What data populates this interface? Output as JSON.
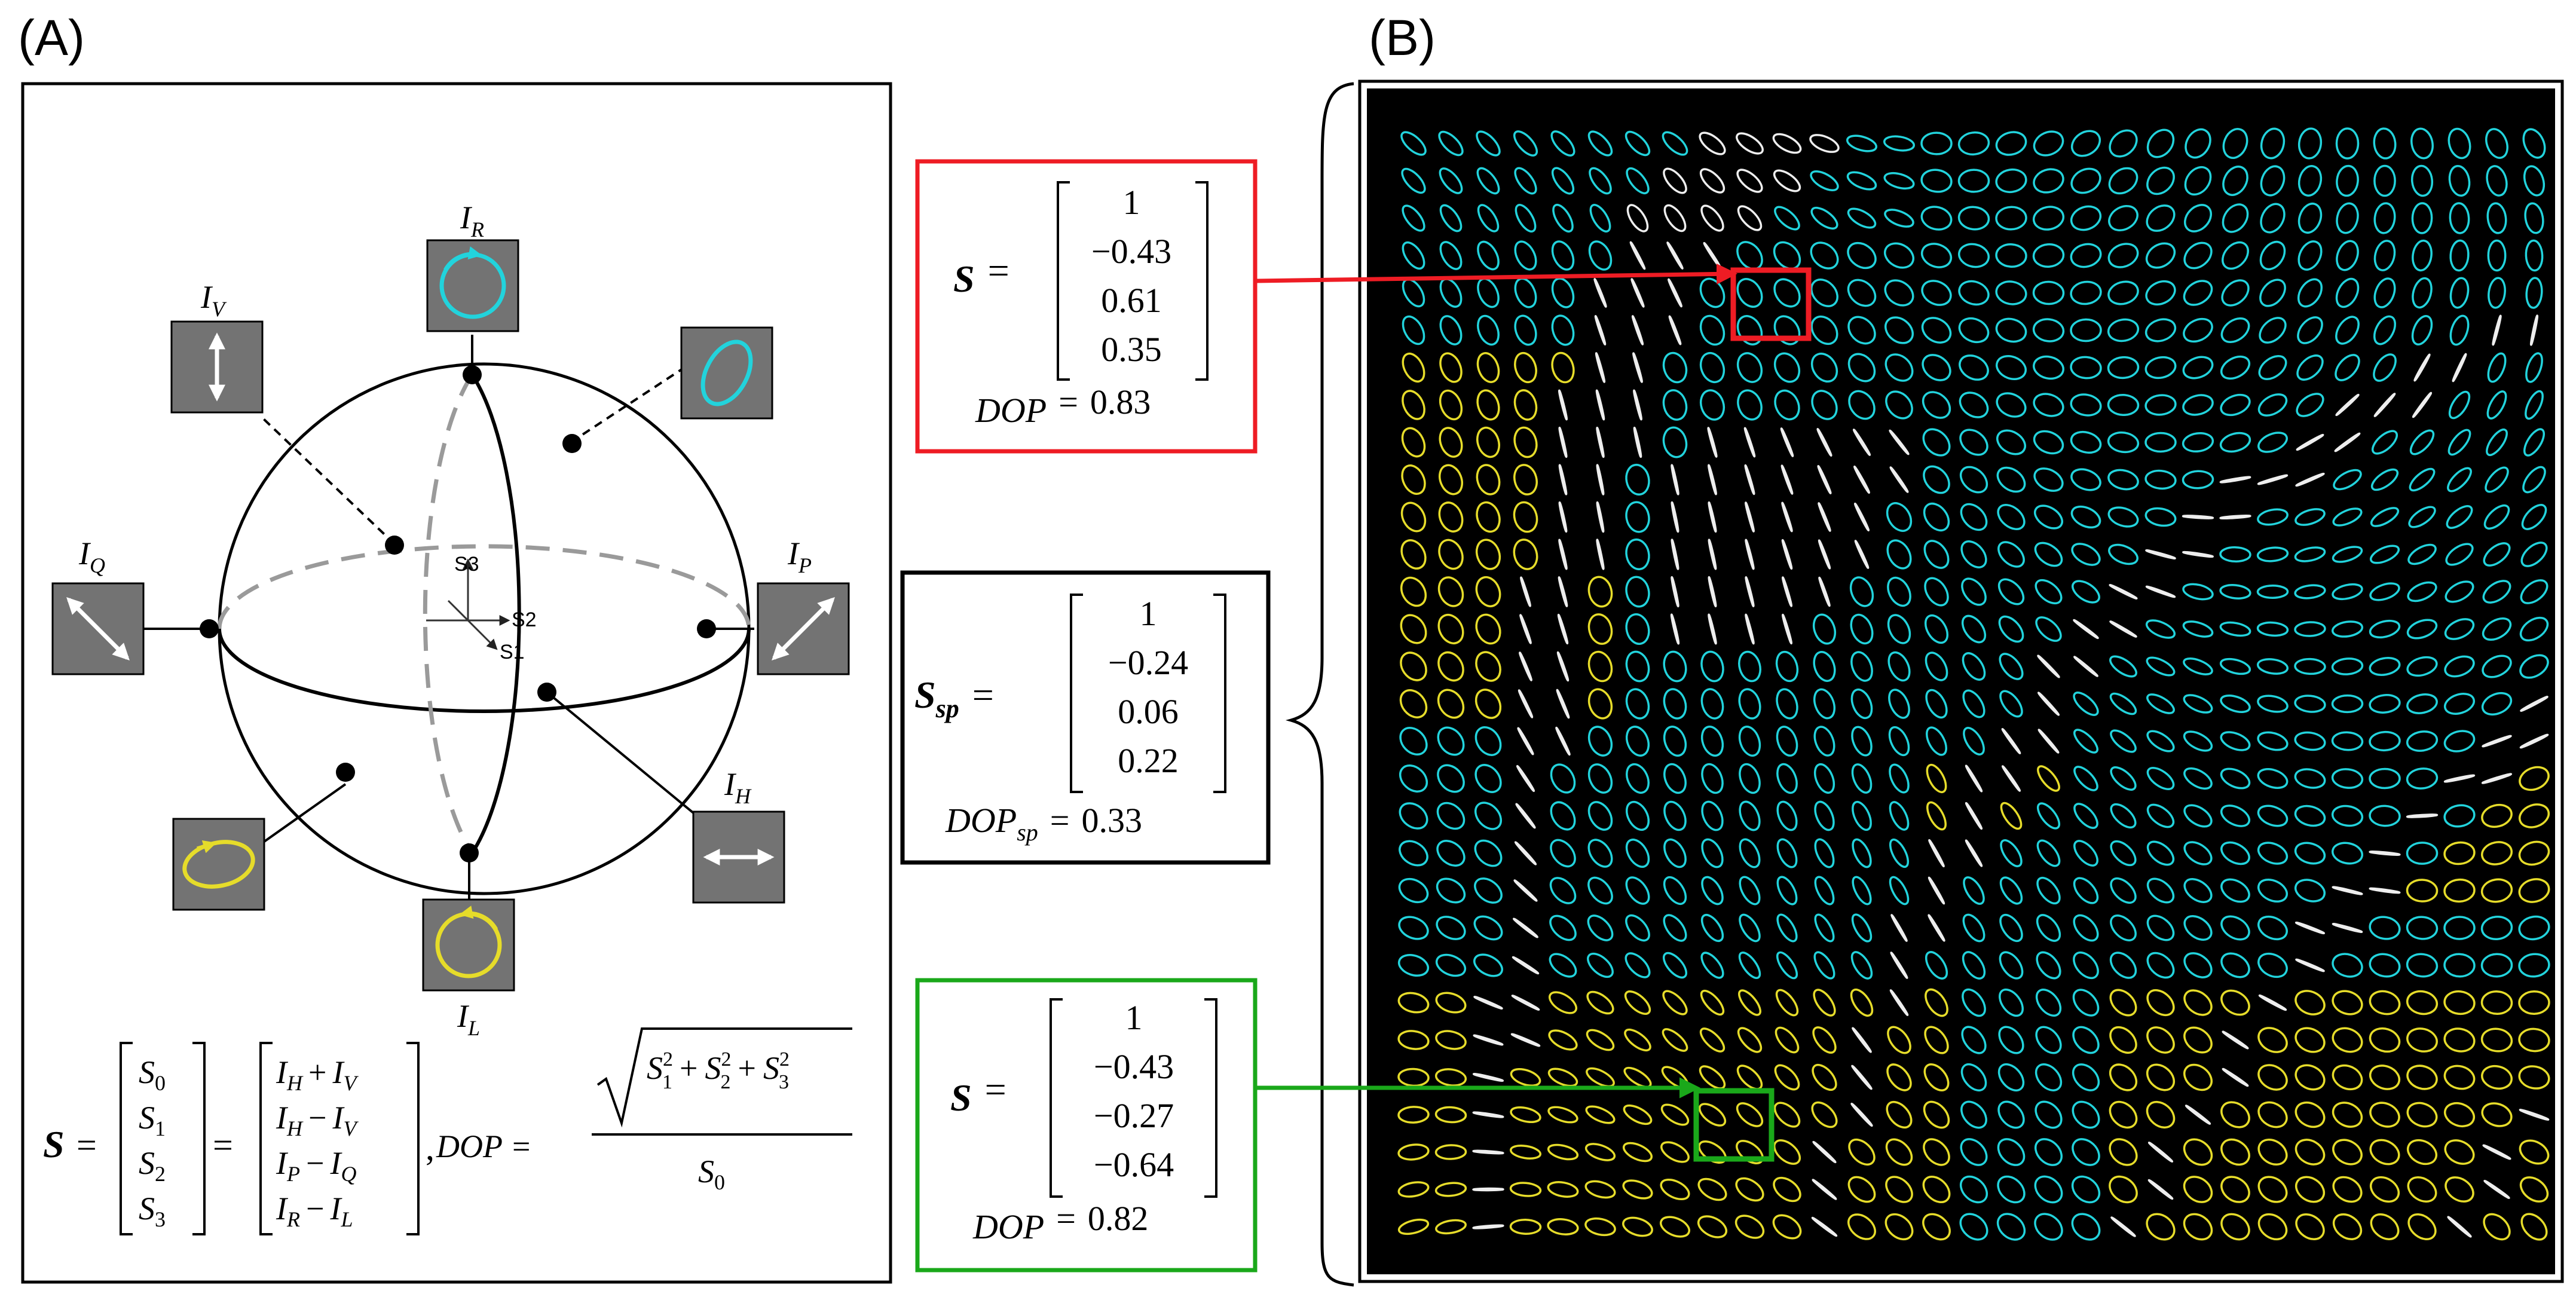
{
  "panels": {
    "a": {
      "label": "(A)",
      "sphere_axes": {
        "s1": "S1",
        "s2": "S2",
        "s3": "S3"
      },
      "states": {
        "IR": {
          "main": "I",
          "sub": "R"
        },
        "IV": {
          "main": "I",
          "sub": "V"
        },
        "IQ": {
          "main": "I",
          "sub": "Q"
        },
        "IP": {
          "main": "I",
          "sub": "P"
        },
        "IH": {
          "main": "I",
          "sub": "H"
        },
        "IL": {
          "main": "I",
          "sub": "L"
        }
      },
      "formula": {
        "lhs": "S",
        "stokes_symbols": [
          {
            "main": "S",
            "sub": "0"
          },
          {
            "main": "S",
            "sub": "1"
          },
          {
            "main": "S",
            "sub": "2"
          },
          {
            "main": "S",
            "sub": "3"
          }
        ],
        "intensity_terms": [
          {
            "a": "I",
            "asub": "H",
            "op": "+",
            "b": "I",
            "bsub": "V"
          },
          {
            "a": "I",
            "asub": "H",
            "op": "−",
            "b": "I",
            "bsub": "V"
          },
          {
            "a": "I",
            "asub": "P",
            "op": "−",
            "b": "I",
            "bsub": "Q"
          },
          {
            "a": "I",
            "asub": "R",
            "op": "−",
            "b": "I",
            "bsub": "L"
          }
        ],
        "dop_label": "DOP",
        "numerator_terms": [
          {
            "main": "S",
            "sub": "1",
            "sup": "2"
          },
          {
            "main": "S",
            "sub": "2",
            "sup": "2"
          },
          {
            "main": "S",
            "sub": "3",
            "sup": "2"
          }
        ],
        "denominator": {
          "main": "S",
          "sub": "0"
        }
      }
    },
    "b": {
      "label": "(B)"
    }
  },
  "boxes": [
    {
      "id": "red",
      "symbol": "S",
      "symbol_sub": "",
      "values": [
        "1",
        "−0.43",
        "0.61",
        "0.35"
      ],
      "dop_label": "DOP",
      "dop_sub": "",
      "dop_value": "0.83",
      "color": "#ee1c24"
    },
    {
      "id": "black",
      "symbol": "S",
      "symbol_sub": "sp",
      "values": [
        "1",
        "−0.24",
        "0.06",
        "0.22"
      ],
      "dop_label": "DOP",
      "dop_sub": "sp",
      "dop_value": "0.33",
      "color": "#000000"
    },
    {
      "id": "green",
      "symbol": "S",
      "symbol_sub": "",
      "values": [
        "1",
        "−0.43",
        "−0.27",
        "−0.64"
      ],
      "dop_label": "DOP",
      "dop_sub": "",
      "dop_value": "0.82",
      "color": "#1aa81a"
    }
  ],
  "colors": {
    "cyan": "#22d3dc",
    "yellow": "#e6dc2a",
    "white": "#eeeeee",
    "icon_box": "#737373",
    "map_background": "#000000"
  }
}
